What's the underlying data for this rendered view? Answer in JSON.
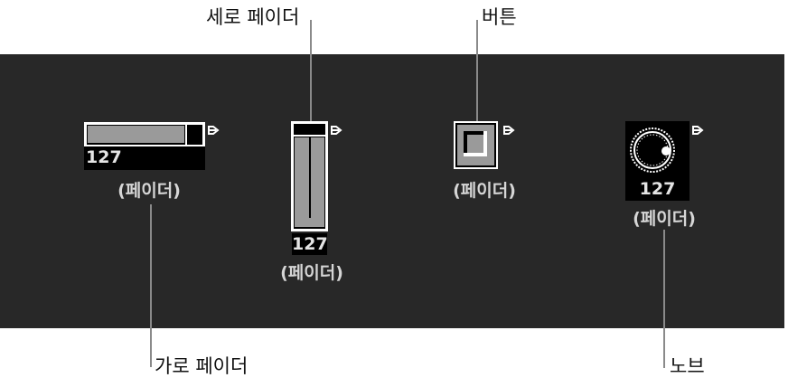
{
  "callouts": {
    "vertical_fader": "세로 페이더",
    "button": "버튼",
    "horizontal_fader": "가로 페이더",
    "knob": "노브"
  },
  "controls": {
    "horizontal_fader": {
      "value": "127",
      "label": "(페이더)"
    },
    "vertical_fader": {
      "value": "127",
      "label": "(페이더)"
    },
    "button": {
      "label": "(페이더)"
    },
    "knob": {
      "value": "127",
      "label": "(페이더)"
    }
  },
  "icons": {
    "output_arrow": "output-arrow-icon"
  },
  "colors": {
    "panel_bg": "#282828",
    "fill_gray": "#9a9a9a",
    "label_text": "#d6d6d6",
    "callout_line": "#8a8a8a"
  }
}
